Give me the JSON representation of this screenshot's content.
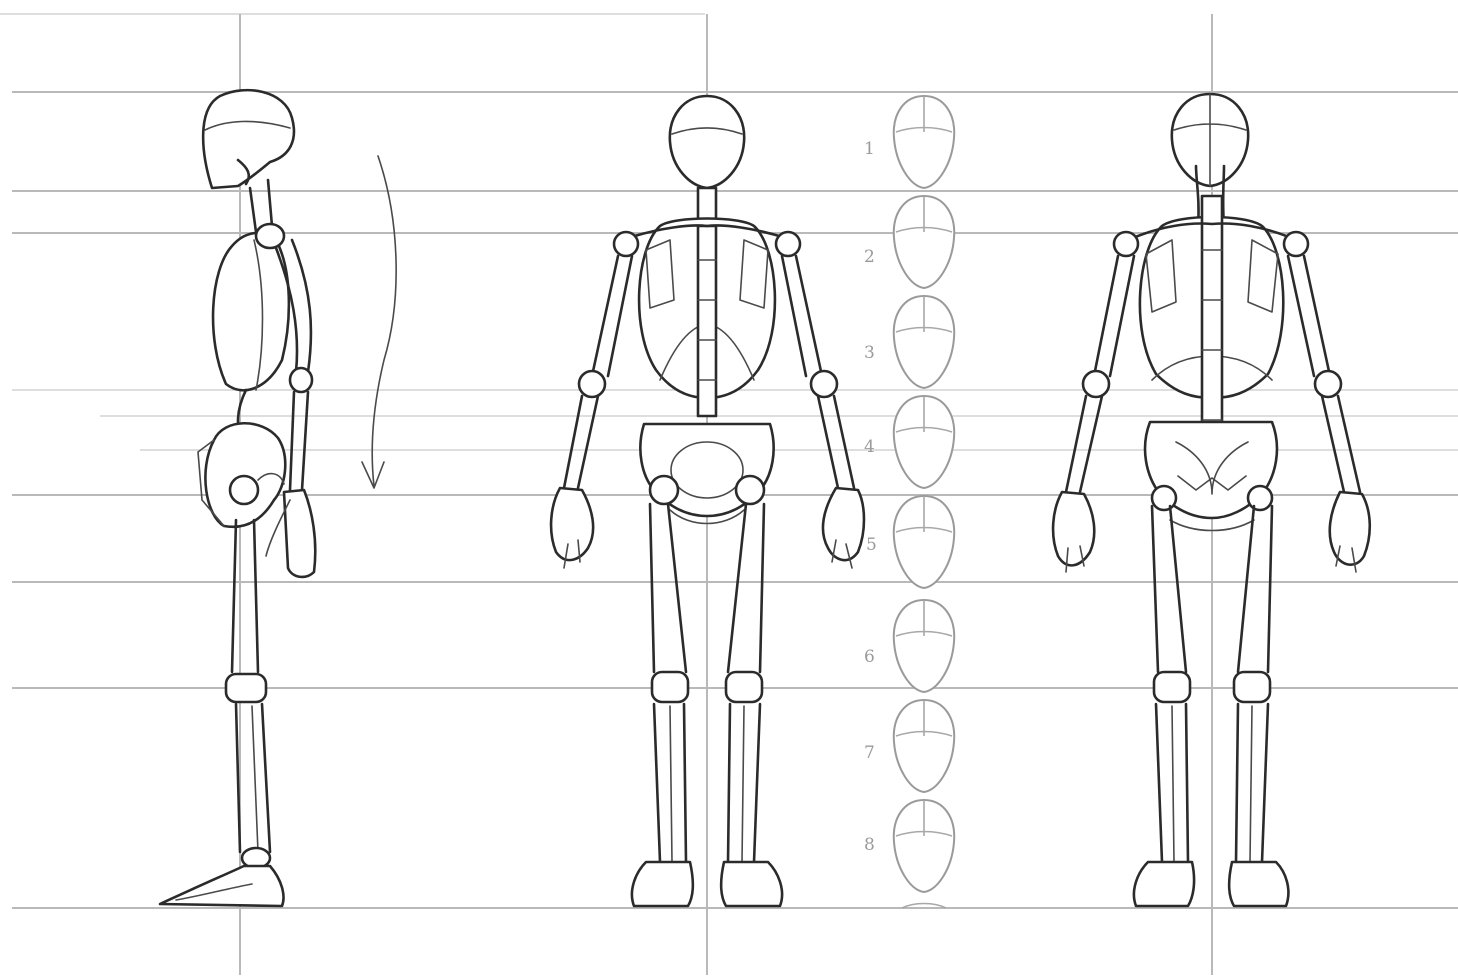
{
  "head_units": {
    "labels": [
      "1",
      "2",
      "3",
      "4",
      "5",
      "6",
      "7",
      "8"
    ]
  }
}
